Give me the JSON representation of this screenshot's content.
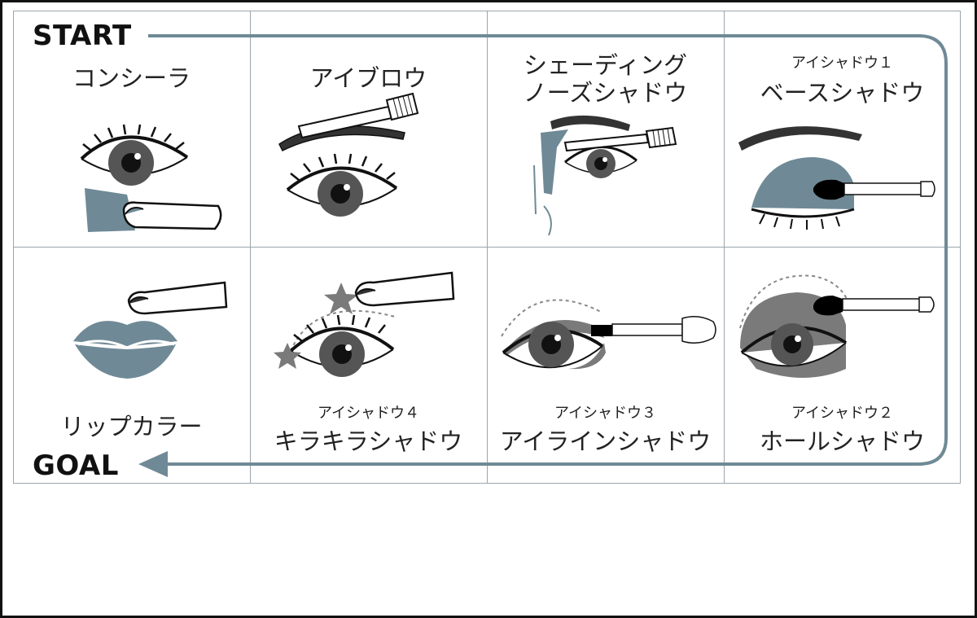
{
  "flow": {
    "start": "START",
    "goal": "GOAL"
  },
  "steps": {
    "concealer": {
      "title": "コンシーラ"
    },
    "eyebrow": {
      "title": "アイブロウ"
    },
    "shading": {
      "title_line1": "シェーディング",
      "title_line2": "ノーズシャドウ"
    },
    "eyeshadow1": {
      "caption": "アイシャドウ１",
      "title": "ベースシャドウ"
    },
    "eyeshadow2": {
      "caption": "アイシャドウ２",
      "title": "ホールシャドウ"
    },
    "eyeshadow3": {
      "caption": "アイシャドウ３",
      "title": "アイラインシャドウ"
    },
    "eyeshadow4": {
      "caption": "アイシャドウ４",
      "title": "キラキラシャドウ"
    },
    "lip": {
      "title": "リップカラー"
    }
  },
  "colors": {
    "accent": "#6f8a96",
    "gridline": "#9aa6ad",
    "ink": "#111111",
    "iris": "#555555",
    "shadow_dark": "#7a7a7a"
  },
  "icons": [
    "eye-icon",
    "finger-icon",
    "brush-icon",
    "eyebrow-icon",
    "lips-icon",
    "star-icon",
    "applicator-icon",
    "sponge-icon",
    "flow-arrow-icon"
  ]
}
